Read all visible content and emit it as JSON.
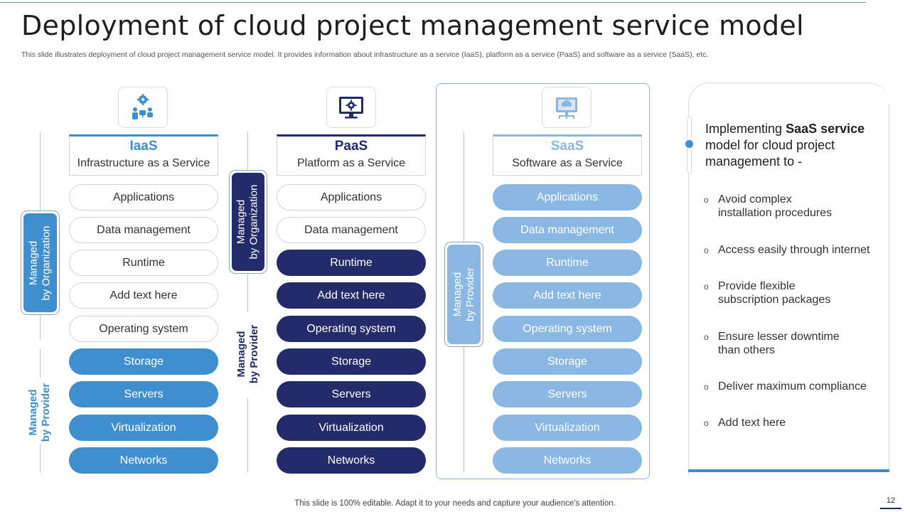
{
  "title": "Deployment of cloud project management service model",
  "subtitle": "This slide illustrates deployment of cloud project management service model. It provides information about infrastructure as a service (IaaS), platform as a service (PaaS) and software as a service (SaaS), etc.",
  "colors": {
    "iaas": "#3f8fcf",
    "paas": "#232b6b",
    "saas": "#8ab8e2",
    "accent": "#3f8fcf"
  },
  "columns": [
    {
      "abbr": "IaaS",
      "full": "Infrastructure  as a Service",
      "icon": "people-gear-icon",
      "layers": [
        "Applications",
        "Data management",
        "Runtime",
        "Add text here",
        "Operating system",
        "Storage",
        "Servers",
        "Virtualization",
        "Networks"
      ],
      "org_label_1": "Managed",
      "org_label_2": "by Organization",
      "provider_label_1": "Managed",
      "provider_label_2": "by Provider"
    },
    {
      "abbr": "PaaS",
      "full": "Platform as a Service",
      "icon": "monitor-gear-icon",
      "layers": [
        "Applications",
        "Data management",
        "Runtime",
        "Add text here",
        "Operating system",
        "Storage",
        "Servers",
        "Virtualization",
        "Networks"
      ],
      "org_label_1": "Managed",
      "org_label_2": "by Organization",
      "provider_label_1": "Managed",
      "provider_label_2": "by Provider"
    },
    {
      "abbr": "SaaS",
      "full": "Software as a Service",
      "icon": "cloud-network-icon",
      "layers": [
        "Applications",
        "Data management",
        "Runtime",
        "Add text here",
        "Operating system",
        "Storage",
        "Servers",
        "Virtualization",
        "Networks"
      ],
      "provider_label_1": "Managed",
      "provider_label_2": "by Provider"
    }
  ],
  "card": {
    "intro_pre": "Implementing ",
    "intro_bold": "SaaS service",
    "intro_post": " model for cloud project management to -",
    "bullets": [
      "Avoid complex installation procedures",
      "Access easily through  internet",
      "Provide flexible subscription packages",
      "Ensure lesser downtime than others",
      "Deliver maximum  compliance",
      "Add text here"
    ]
  },
  "footer": "This slide is 100% editable. Adapt it to your needs and capture your audience's attention.",
  "page_number": "12"
}
